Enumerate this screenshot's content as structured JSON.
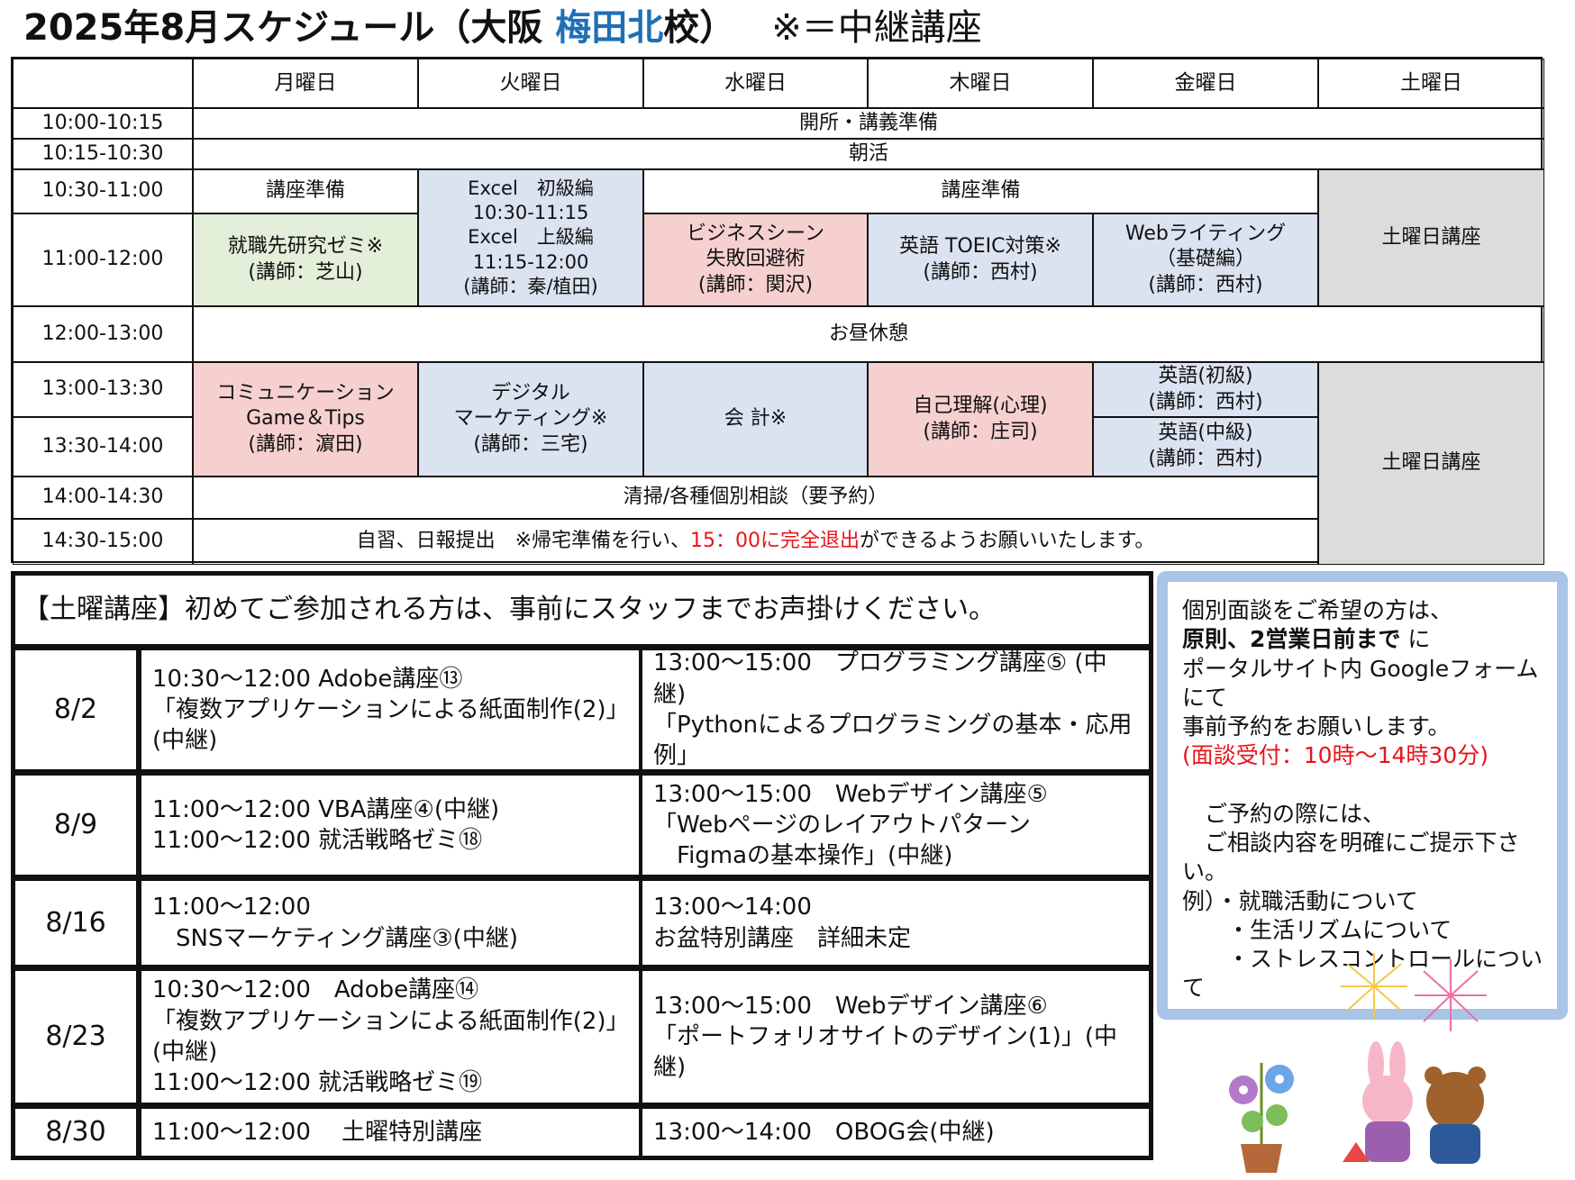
{
  "title": {
    "main": "2025年8月スケジュール（大阪 ",
    "location": "梅田北",
    "suffix": "校）",
    "note": "※＝中継講座"
  },
  "weekly": {
    "days": [
      "月曜日",
      "火曜日",
      "水曜日",
      "木曜日",
      "金曜日",
      "土曜日"
    ],
    "times": [
      "10:00-10:15",
      "10:15-10:30",
      "10:30-11:00",
      "11:00-12:00",
      "12:00-13:00",
      "13:00-13:30",
      "13:30-14:00",
      "14:00-14:30",
      "14:30-15:00"
    ],
    "opening": "開所・講義準備",
    "morning": "朝活",
    "prep_mon": "講座準備",
    "excel": "Excel　初級編\n10:30-11:15\nExcel　上級編\n11:15-12:00\n(講師：秦/植田)",
    "prep_wed_fri": "講座準備",
    "saturday_am": "土曜日講座",
    "mon_11": "就職先研究ゼミ※\n(講師：芝山)",
    "wed_11": "ビジネスシーン\n失敗回避術\n(講師：関沢)",
    "thu_11": "英語 TOEIC対策※\n(講師：西村)",
    "fri_11": "Webライティング\n（基礎編）\n(講師：西村)",
    "lunch": "お昼休憩",
    "mon_13": "コミュニケーション\nGame＆Tips\n(講師：濵田)",
    "tue_13": "デジタル\nマーケティング※\n(講師：三宅)",
    "wed_13": "会 計※",
    "thu_13": "自己理解(心理)\n(講師：庄司)",
    "fri_1300": "英語(初級)\n(講師：西村)",
    "fri_1330": "英語(中級)\n(講師：西村)",
    "saturday_pm": "土曜日講座",
    "cleaning": "清掃/各種個別相談（要予約）",
    "closing_before": "自習、日報提出　※帰宅準備を行い、",
    "closing_red": "15：00に完全退出",
    "closing_after": "ができるようお願いいたします。"
  },
  "saturday": {
    "intro": "【土曜講座】初めてご参加される方は、事前にスタッフまでお声掛けください。",
    "rows": [
      {
        "date": "8/2",
        "am": "10:30～12:00 Adobe講座⑬\n「複数アプリケーションによる紙面制作(2)」(中継)",
        "pm": "13:00～15:00　プログラミング講座⑤ (中継)\n「Pythonによるプログラミングの基本・応用例」"
      },
      {
        "date": "8/9",
        "am": "11:00～12:00 VBA講座④(中継)\n11:00～12:00 就活戦略ゼミ⑱",
        "pm": "13:00～15:00　Webデザイン講座⑤\n「Webページのレイアウトパターン\n　Figmaの基本操作」(中継)"
      },
      {
        "date": "8/16",
        "am": "11:00～12:00\n　SNSマーケティング講座③(中継)",
        "pm": "13:00～14:00\nお盆特別講座　詳細未定"
      },
      {
        "date": "8/23",
        "am": "10:30～12:00　Adobe講座⑭\n「複数アプリケーションによる紙面制作(2)」(中継)\n11:00～12:00 就活戦略ゼミ⑲",
        "pm": "13:00～15:00　Webデザイン講座⑥\n「ポートフォリオサイトのデザイン(1)」(中継)"
      },
      {
        "date": "8/30",
        "am": "11:00～12:00　 土曜特別講座",
        "pm": "13:00～14:00　OBOG会(中継)"
      }
    ]
  },
  "info": {
    "line1": "個別面談をご希望の方は、",
    "bold": "原則、2営業日前まで",
    "line2": "に\nポータルサイト内 Googleフォーム\nにて\n事前予約をお願いします。",
    "hours": "(面談受付：10時～14時30分)",
    "line3": "\n　ご予約の際には、\n　ご相談内容を明確にご提示下さい。\n例）・就職活動について\n　　・生活リズムについて\n　　・ストレスコントロールについて"
  }
}
